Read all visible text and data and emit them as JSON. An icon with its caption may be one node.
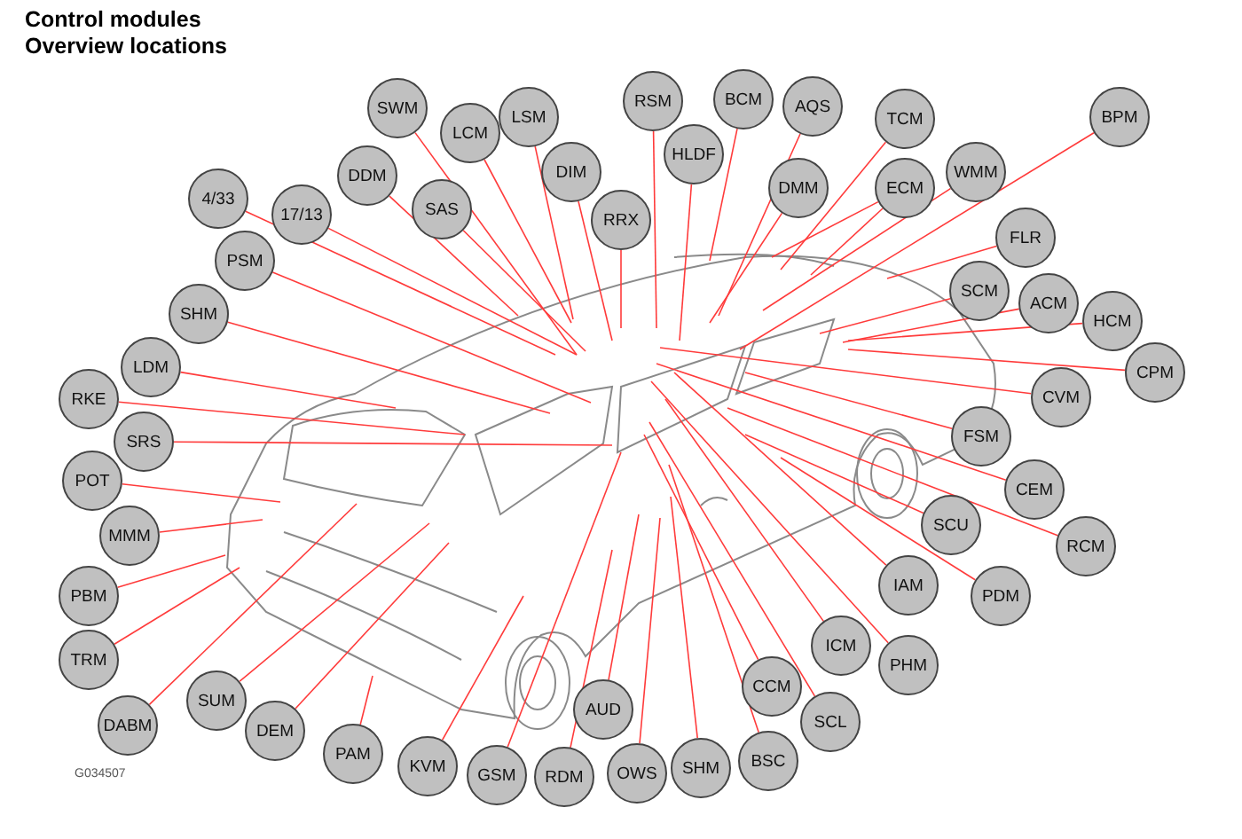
{
  "diagram": {
    "title": "Control modules Overview locations",
    "nodes": [
      {
        "text": [
          "4/33"
        ]
      },
      {
        "text": [
          "17/13"
        ]
      },
      {
        "text": [
          "DDM"
        ]
      },
      {
        "text": [
          "SWM"
        ]
      },
      {
        "text": [
          "LCM"
        ]
      },
      {
        "text": [
          "LSM"
        ]
      },
      {
        "text": [
          "SAS"
        ]
      },
      {
        "text": [
          "DIM"
        ]
      },
      {
        "text": [
          "RRX"
        ]
      },
      {
        "text": [
          "RSM"
        ]
      },
      {
        "text": [
          "HLDF"
        ]
      },
      {
        "text": [
          "BCM"
        ]
      },
      {
        "text": [
          "AQS"
        ]
      },
      {
        "text": [
          "DMM"
        ]
      },
      {
        "text": [
          "TCM"
        ]
      },
      {
        "text": [
          "ECM"
        ]
      },
      {
        "text": [
          "WMM"
        ]
      },
      {
        "text": [
          "BPM"
        ]
      },
      {
        "text": [
          "FLR"
        ]
      },
      {
        "text": [
          "SCM"
        ]
      },
      {
        "text": [
          "ACM"
        ]
      },
      {
        "text": [
          "HCM"
        ]
      },
      {
        "text": [
          "CPM"
        ]
      },
      {
        "text": [
          "CVM"
        ]
      },
      {
        "text": [
          "FSM"
        ]
      },
      {
        "text": [
          "CEM"
        ]
      },
      {
        "text": [
          "RCM"
        ]
      },
      {
        "text": [
          "SCU"
        ]
      },
      {
        "text": [
          "PDM"
        ]
      },
      {
        "text": [
          "IAM"
        ]
      },
      {
        "text": [
          "PHM"
        ]
      },
      {
        "text": [
          "ICM"
        ]
      },
      {
        "text": [
          "SCL"
        ]
      },
      {
        "text": [
          "CCM"
        ]
      },
      {
        "text": [
          "BSC"
        ]
      },
      {
        "text": [
          "SHM"
        ]
      },
      {
        "text": [
          "OWS"
        ]
      },
      {
        "text": [
          "AUD"
        ]
      },
      {
        "text": [
          "RDM"
        ]
      },
      {
        "text": [
          "GSM"
        ]
      },
      {
        "text": [
          "KVM"
        ]
      },
      {
        "text": [
          "PAM"
        ]
      },
      {
        "text": [
          "DEM"
        ]
      },
      {
        "text": [
          "SUM"
        ]
      },
      {
        "text": [
          "DABM"
        ]
      },
      {
        "text": [
          "TRM"
        ]
      },
      {
        "text": [
          "PBM"
        ]
      },
      {
        "text": [
          "MMM"
        ]
      },
      {
        "text": [
          "POT"
        ]
      },
      {
        "text": [
          "SRS"
        ]
      },
      {
        "text": [
          "RKE"
        ]
      },
      {
        "text": [
          "LDM"
        ]
      },
      {
        "text": [
          "SHM"
        ]
      },
      {
        "text": [
          "PSM"
        ]
      }
    ],
    "edges": [
      {
        "from": 0,
        "to": null,
        "arrow": "none"
      },
      {
        "from": 1,
        "to": null,
        "arrow": "none"
      },
      {
        "from": 2,
        "to": null,
        "arrow": "none"
      },
      {
        "from": 3,
        "to": null,
        "arrow": "none"
      },
      {
        "from": 4,
        "to": null,
        "arrow": "none"
      },
      {
        "from": 5,
        "to": null,
        "arrow": "none"
      },
      {
        "from": 6,
        "to": null,
        "arrow": "none"
      },
      {
        "from": 7,
        "to": null,
        "arrow": "none"
      },
      {
        "from": 8,
        "to": null,
        "arrow": "none"
      },
      {
        "from": 9,
        "to": null,
        "arrow": "none"
      },
      {
        "from": 10,
        "to": null,
        "arrow": "none"
      },
      {
        "from": 11,
        "to": null,
        "arrow": "none"
      },
      {
        "from": 12,
        "to": null,
        "arrow": "none"
      },
      {
        "from": 13,
        "to": null,
        "arrow": "none"
      },
      {
        "from": 14,
        "to": null,
        "arrow": "none"
      },
      {
        "from": 15,
        "to": null,
        "arrow": "none"
      },
      {
        "from": 15,
        "to": null,
        "arrow": "none"
      },
      {
        "from": 16,
        "to": null,
        "arrow": "none"
      },
      {
        "from": 17,
        "to": null,
        "arrow": "none"
      },
      {
        "from": 18,
        "to": null,
        "arrow": "none"
      },
      {
        "from": 19,
        "to": null,
        "arrow": "none"
      },
      {
        "from": 20,
        "to": null,
        "arrow": "none"
      },
      {
        "from": 21,
        "to": null,
        "arrow": "none"
      },
      {
        "from": 22,
        "to": null,
        "arrow": "none"
      },
      {
        "from": 23,
        "to": null,
        "arrow": "none"
      },
      {
        "from": 24,
        "to": null,
        "arrow": "none"
      },
      {
        "from": 25,
        "to": null,
        "arrow": "none"
      },
      {
        "from": 26,
        "to": null,
        "arrow": "none"
      },
      {
        "from": 27,
        "to": null,
        "arrow": "none"
      },
      {
        "from": 28,
        "to": null,
        "arrow": "none"
      },
      {
        "from": 29,
        "to": null,
        "arrow": "none"
      },
      {
        "from": 30,
        "to": null,
        "arrow": "none"
      },
      {
        "from": 31,
        "to": null,
        "arrow": "none"
      },
      {
        "from": 32,
        "to": null,
        "arrow": "none"
      },
      {
        "from": 33,
        "to": null,
        "arrow": "none"
      },
      {
        "from": 34,
        "to": null,
        "arrow": "none"
      },
      {
        "from": 35,
        "to": null,
        "arrow": "none"
      },
      {
        "from": 36,
        "to": null,
        "arrow": "none"
      },
      {
        "from": 37,
        "to": null,
        "arrow": "none"
      },
      {
        "from": 38,
        "to": null,
        "arrow": "none"
      },
      {
        "from": 39,
        "to": null,
        "arrow": "none"
      },
      {
        "from": 40,
        "to": null,
        "arrow": "none"
      },
      {
        "from": 41,
        "to": null,
        "arrow": "none"
      },
      {
        "from": 42,
        "to": null,
        "arrow": "none"
      },
      {
        "from": 43,
        "to": null,
        "arrow": "none"
      },
      {
        "from": 44,
        "to": null,
        "arrow": "none"
      },
      {
        "from": 45,
        "to": null,
        "arrow": "none"
      },
      {
        "from": 46,
        "to": null,
        "arrow": "none"
      },
      {
        "from": 47,
        "to": null,
        "arrow": "none"
      },
      {
        "from": 48,
        "to": null,
        "arrow": "none"
      },
      {
        "from": 49,
        "to": null,
        "arrow": "none"
      },
      {
        "from": 50,
        "to": null,
        "arrow": "none"
      },
      {
        "from": 51,
        "to": null,
        "arrow": "none"
      },
      {
        "from": 52,
        "to": null,
        "arrow": "none"
      },
      {
        "from": 53,
        "to": null,
        "arrow": "none"
      }
    ],
    "labels": [
      "G034507"
    ]
  }
}
